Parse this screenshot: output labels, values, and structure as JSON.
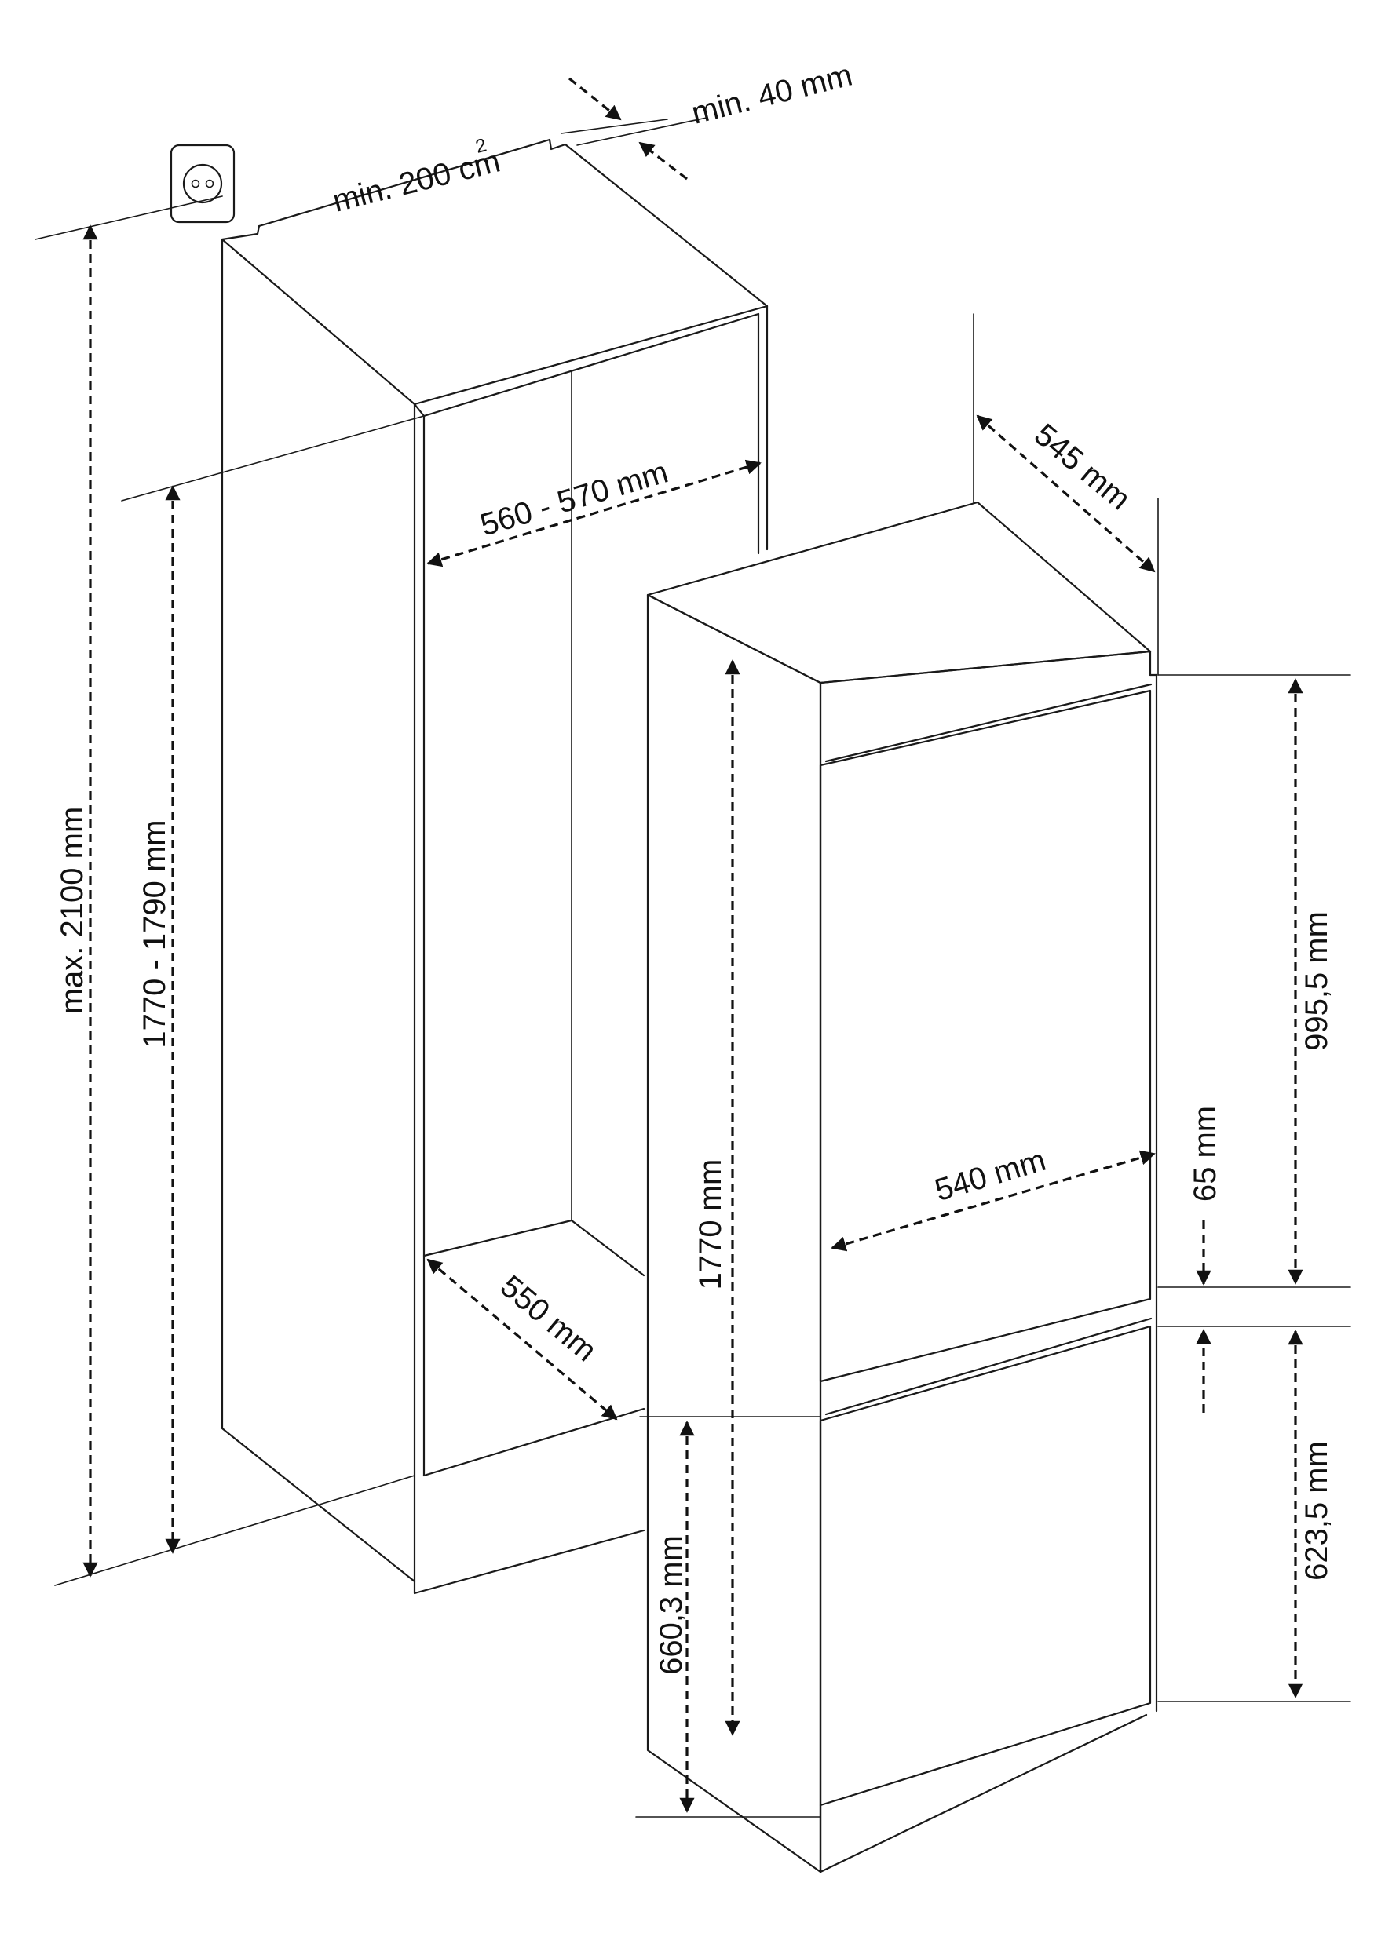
{
  "labels": {
    "vent_area": "min. 200 cm",
    "vent_area_sup": "2",
    "gap_top": "min. 40 mm",
    "niche_max_height": "max. 2100 mm",
    "niche_height": "1770 - 1790 mm",
    "niche_width": "560 - 570 mm",
    "niche_depth": "550 mm",
    "appliance_depth": "545 mm",
    "appliance_width": "540 mm",
    "appliance_height": "1770 mm",
    "upper_door_height": "995,5 mm",
    "door_gap": "65 mm",
    "lower_door_height": "623,5 mm",
    "lower_section_height": "660,3 mm"
  },
  "colors": {
    "line": "#1a1a1a",
    "background": "#ffffff"
  },
  "icons": {
    "socket": "power-socket-icon"
  }
}
